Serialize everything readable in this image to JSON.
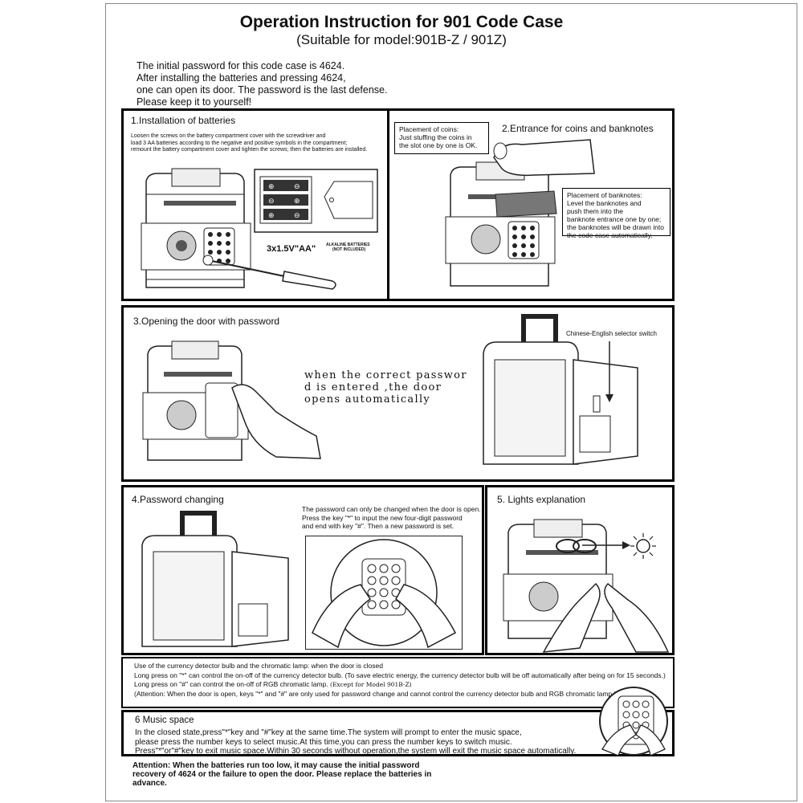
{
  "header": {
    "title": "Operation Instruction for 901 Code Case",
    "subtitle": "(Suitable for model:901B-Z / 901Z)"
  },
  "intro": [
    "The initial password for this code case is 4624.",
    "After installing the batteries and pressing 4624,",
    "one can open its door. The password is the last defense.",
    "Please keep it to yourself!"
  ],
  "sec1": {
    "title": "1.Installation of batteries",
    "text": [
      "Loosen the screws on the battery compartment cover with the screwdriver and",
      "load 3 AA batteries according to the negative and positive symbols in the compartment;",
      "remount the battery compartment cover and tighten the screws; then the batteries are installed."
    ],
    "battery_label": "3x1.5V\"AA\"",
    "battery_note1": "ALKALINE BATTERIES",
    "battery_note2": "(NOT INCLUDED)"
  },
  "sec2": {
    "title": "2.Entrance for coins and banknotes",
    "coins": [
      "Placement of coins:",
      "Just stuffing the coins in",
      "the slot one by one is OK."
    ],
    "notes": [
      "Placement of banknotes:",
      "Level the banknotes and",
      "push them into the",
      "banknote entrance one by one;",
      "the banknotes will be drawn into",
      "the code case automatically."
    ]
  },
  "sec3": {
    "title": "3.Opening the door with password",
    "text": [
      "when the correct passwor",
      "d is entered ,the door",
      "opens automatically"
    ],
    "switch_label": "Chinese-English selector switch"
  },
  "sec4": {
    "title": "4.Password changing",
    "text": [
      "The password can only be changed when the door is open.",
      "Press the key \"*\" to input the new four-digit password",
      "and end with key \"#\". Then a new password is set."
    ]
  },
  "sec5": {
    "title": "5. Lights explanation",
    "text": [
      "Use of the currency detector bulb and the chromatic lamp: when the door is closed",
      "Long press on \"*\" can control the on-off of the currency detector bulb. (To save electric energy, the currency detector bulb will be off automatically after being on for 15 seconds.)",
      "Long press on \"#\" can control the on-off of RGB chromatic lamp.",
      "(Except for Model 901B-Z)",
      "(Attention: When the door is open, keys \"*\" and \"#\" are only used for password change and cannot control the currency detector bulb and RGB chromatic lamp.)"
    ]
  },
  "sec6": {
    "title": "6 Music space",
    "text": [
      "In the closed state,press\"*\"key and \"#\"key at the same time.The system will prompt to enter the music space,",
      "please press the number keys to select music.At this time,you can press the number keys to switch music.",
      "Press\"*\"or\"#\"key to exit music space.Within 30 seconds without operation,the system will exit the music space automatically."
    ]
  },
  "attention": [
    "Attention: When the batteries run too low, it may cause the initial password",
    "recovery of 4624 or the failure to open the door. Please replace the batteries in",
    "advance."
  ]
}
